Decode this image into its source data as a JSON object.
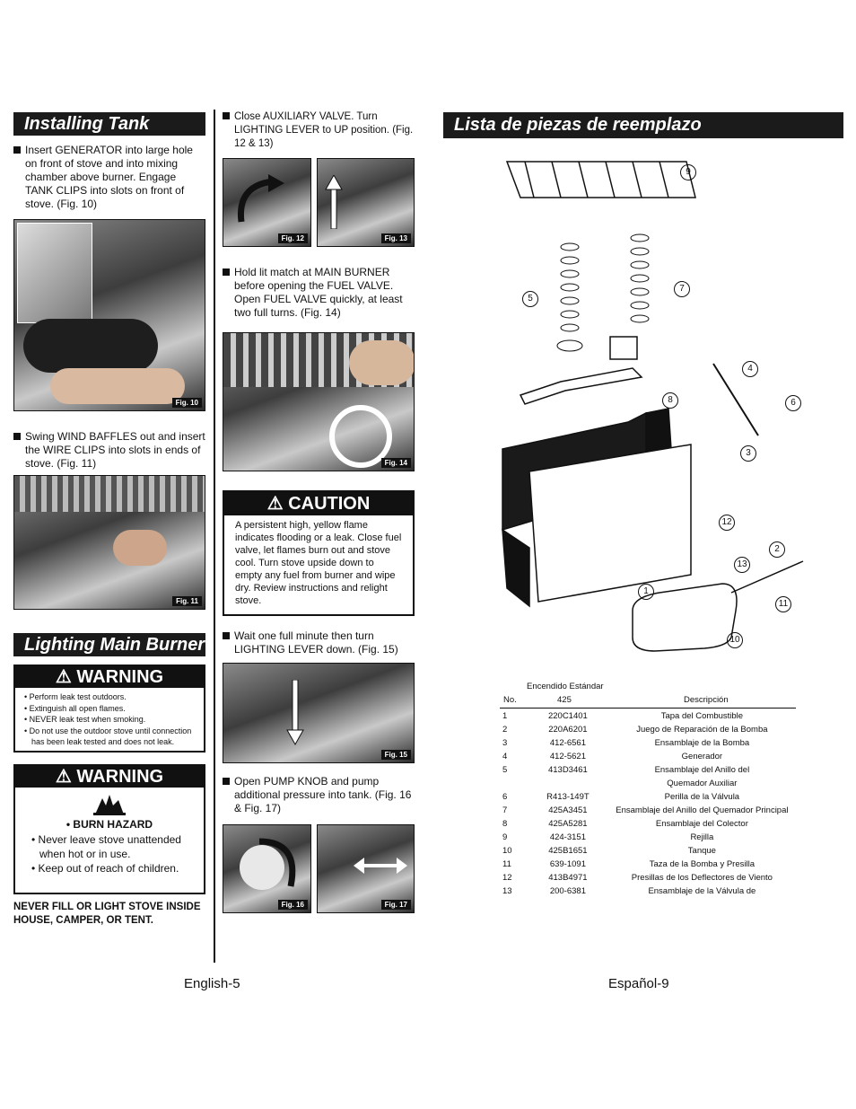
{
  "left": {
    "installing_tank": {
      "title": "Installing Tank",
      "step1": "Insert GENERATOR into large hole on front of stove and into mixing chamber above burner. Engage TANK CLIPS into slots on front of stove. (Fig. 10)",
      "fig10": "Fig. 10",
      "step2": "Swing WIND BAFFLES out and insert the WIRE CLIPS into slots in ends of stove. (Fig. 11)",
      "fig11": "Fig. 11"
    },
    "lighting": {
      "title": "Lighting Main Burner",
      "warning1": {
        "heading": "WARNING",
        "items": [
          "Perform leak test outdoors.",
          "Extinguish all open flames.",
          "NEVER leak test when smoking.",
          "Do not use the outdoor stove until connection has been leak tested and does not leak."
        ]
      },
      "warning2": {
        "heading": "WARNING",
        "hazard": "• BURN HAZARD",
        "items": [
          "• Never leave stove unattended when hot or in use.",
          "• Keep out of reach of children."
        ]
      },
      "never": "NEVER FILL OR LIGHT STOVE INSIDE HOUSE, CAMPER, OR TENT."
    },
    "footer": "English-5"
  },
  "middle": {
    "step1": "Close AUXILIARY VALVE. Turn LIGHTING LEVER to UP position. (Fig. 12 & 13)",
    "fig12": "Fig. 12",
    "fig13": "Fig. 13",
    "step2": "Hold lit match at MAIN BURNER before opening the FUEL VALVE. Open FUEL VALVE quickly, at least two full turns. (Fig. 14)",
    "fig14": "Fig. 14",
    "caution": {
      "heading": "CAUTION",
      "body": "A persistent high, yellow flame indicates flooding or a leak. Close fuel valve, let flames burn out and stove cool. Turn stove upside down to empty any fuel from burner and wipe dry. Review instructions and relight stove."
    },
    "step3": "Wait one full minute then turn LIGHTING LEVER down. (Fig. 15)",
    "fig15": "Fig. 15",
    "step4": "Open PUMP KNOB and pump additional pressure into tank. (Fig. 16 & Fig. 17)",
    "fig16": "Fig. 16",
    "fig17": "Fig. 17"
  },
  "right": {
    "title": "Lista de piezas de reemplazo",
    "callouts": [
      "9",
      "5",
      "7",
      "4",
      "6",
      "8",
      "3",
      "12",
      "2",
      "13",
      "1",
      "11",
      "10"
    ],
    "table": {
      "model_label": "Encendido Estándar",
      "model_no": "425",
      "col_no": "No.",
      "col_desc": "Descripción",
      "rows": [
        {
          "no": "1",
          "part": "220C1401",
          "desc": "Tapa del Combustible"
        },
        {
          "no": "2",
          "part": "220A6201",
          "desc": "Juego de Reparación de la Bomba"
        },
        {
          "no": "3",
          "part": "412-6561",
          "desc": "Ensamblaje de la Bomba"
        },
        {
          "no": "4",
          "part": "412-5621",
          "desc": "Generador"
        },
        {
          "no": "5",
          "part": "413D3461",
          "desc": "Ensamblaje  del Anillo del"
        },
        {
          "no": "",
          "part": "",
          "desc": "Quemador Auxiliar"
        },
        {
          "no": "6",
          "part": "R413-149T",
          "desc": "Perilla de la Válvula"
        },
        {
          "no": "7",
          "part": "425A3451",
          "desc": "Ensamblaje  del Anillo del Quemador Principal"
        },
        {
          "no": "8",
          "part": "425A5281",
          "desc": "Ensamblaje del Colector"
        },
        {
          "no": "9",
          "part": "424-3151",
          "desc": "Rejilla"
        },
        {
          "no": "10",
          "part": "425B1651",
          "desc": "Tanque"
        },
        {
          "no": "11",
          "part": "639-1091",
          "desc": "Taza de la Bomba y Presilla"
        },
        {
          "no": "12",
          "part": "413B4971",
          "desc": "Presillas de los Deflectores de Viento"
        },
        {
          "no": "13",
          "part": "200-6381",
          "desc": "Ensamblaje de la Válvula de"
        }
      ]
    },
    "footer": "Español-9"
  }
}
